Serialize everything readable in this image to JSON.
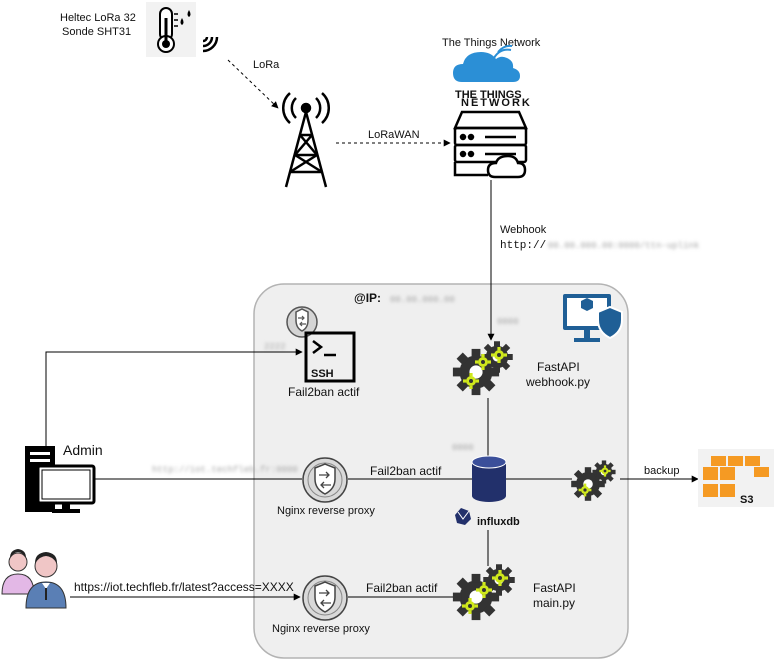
{
  "labels": {
    "sensor_line1": "Heltec LoRa 32",
    "sensor_line2": "Sonde SHT31",
    "lora": "LoRa",
    "lorawan": "LoRaWAN",
    "ttn_title": "The Things Network",
    "ttn_logo_line1": "THE THINGS",
    "ttn_logo_line2": "NETWORK",
    "webhook": "Webhook",
    "webhook_url": "http://",
    "ip": "@IP:",
    "ssh": "SSH",
    "fail2ban_ssh": "Fail2ban actif",
    "fastapi_webhook_1": "FastAPI",
    "fastapi_webhook_2": "webhook.py",
    "admin": "Admin",
    "fail2ban_mid": "Fail2ban actif",
    "nginx_mid": "Nginx reverse proxy",
    "influx_word": "influxdb",
    "backup": "backup",
    "s3": "S3",
    "public_url": "https://iot.techfleb.fr/latest?access=XXXX",
    "fail2ban_bottom": "Fail2ban actif",
    "nginx_bottom": "Nginx reverse proxy",
    "fastapi_main_1": "FastAPI",
    "fastapi_main_2": "main.py"
  },
  "colors": {
    "server_box_fill": "#efefef",
    "server_box_stroke": "#b3b3b3",
    "ttn_blue": "#2b8fd6",
    "monitor_blue": "#1f5f96",
    "influx_navy": "#22306b",
    "aws_orange": "#f59a23",
    "gear_dark": "#333333",
    "gear_green": "#cfe81c"
  }
}
